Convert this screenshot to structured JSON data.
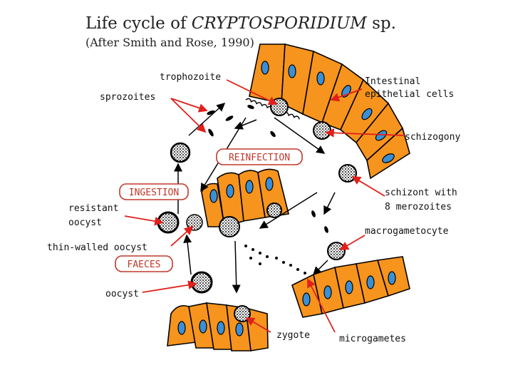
{
  "title": {
    "prefix": "Life cycle of",
    "genus": "CRYPTOSPORIDIUM",
    "suffix": "sp."
  },
  "subtitle": "(After Smith and Rose, 1990)",
  "labels": {
    "trophozoite": "trophozoite",
    "sporozoites": "sprozoites",
    "intestinal_1": "Intestinal",
    "intestinal_2": "epithelial cells",
    "schizogony": "schizogony",
    "reinfection": "REINFECTION",
    "ingestion": "INGESTION",
    "schizont_1": "schizont with",
    "schizont_2": "8 merozoites",
    "resistant_1": "resistant",
    "resistant_2": "oocyst",
    "macrogametocyte": "macrogametocyte",
    "thin_walled": "thin-walled oocyst",
    "faeces": "FAECES",
    "oocyst": "oocyst",
    "zygote": "zygote",
    "microgametes": "microgametes"
  },
  "colors": {
    "cell_fill": "#f7941d",
    "nucleus_fill": "#3a8fd6",
    "pointer_red": "#e0201b",
    "outline": "#000000",
    "box_red": "#c0392b"
  }
}
